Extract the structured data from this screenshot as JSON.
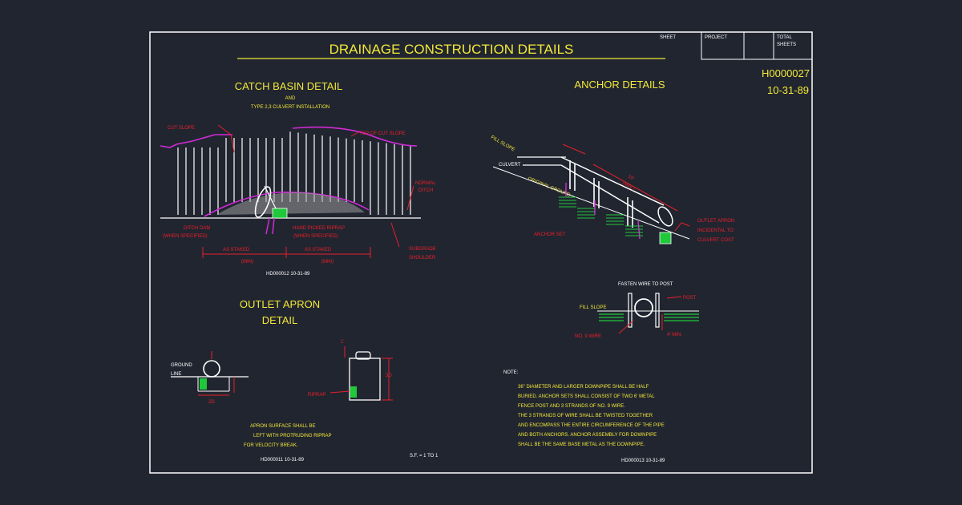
{
  "title_block": {
    "main_title": "DRAINAGE CONSTRUCTION DETAILS",
    "sheet_label": "SHEET",
    "project_label": "PROJECT",
    "total_label": "TOTAL",
    "sheets_label": "SHEETS",
    "drawing_number": "H0000027",
    "drawing_date": "10-31-89"
  },
  "catch_basin": {
    "title": "CATCH BASIN DETAIL",
    "sub1": "AND",
    "sub2": "TYPE 2,3 CULVERT INSTALLATION",
    "cut_slope": "CUT SLOPE",
    "top_cut_slope": "TOP OF CUT SLOPE",
    "normal_ditch_1": "NORMAL",
    "normal_ditch_2": "DITCH",
    "ditch_dam_1": "DITCH DAM",
    "ditch_dam_2": "(WHEN SPECIFIED)",
    "riprap_1": "HAND PICKED RIPRAP",
    "riprap_2": "(WHEN SPECIFIED)",
    "as_staked_1": "AS STAKED",
    "as_staked_2": "AS STAKED",
    "min_1": "(MIN)",
    "min_2": "(MIN)",
    "subgrade_1": "SUBGRADE",
    "subgrade_2": "SHOULDER",
    "ref": "HD000012  10-31-89"
  },
  "anchor": {
    "title": "ANCHOR DETAILS",
    "fill_slope": "FILL SLOPE",
    "culvert": "CULVERT",
    "original_ground": "ORIGINAL GROUND",
    "anchor_set": "ANCHOR SET",
    "outlet_apron_1": "OUTLET APRON",
    "outlet_apron_2": "INCIDENTAL TO",
    "outlet_apron_3": "CULVERT COST",
    "dim_1": "10'",
    "dim_2": "(MIN.)",
    "fasten": "FASTEN WIRE TO POST",
    "fill_slope_2": "FILL SLOPE",
    "post": "POST",
    "wire": "NO. 9 WIRE",
    "min4": "4' MIN."
  },
  "outlet_apron": {
    "title_1": "OUTLET APRON",
    "title_2": "DETAIL",
    "ground_1": "GROUND",
    "ground_2": "LINE",
    "dim_2d": "2D",
    "dim_3d": "3D",
    "dim_1ft": "1'",
    "riprap": "RIPRAP",
    "note_1": "APRON SURFACE SHALL BE",
    "note_2": "LEFT WITH PROTRUDING RIPRAP",
    "note_3": "FOR VELOCITY BREAK.",
    "ref": "HD000011  10-31-89",
    "scale": "S.F. = 1 TO 1"
  },
  "note": {
    "label": "NOTE:",
    "lines": [
      "36\" DIAMETER AND LARGER DOWNPIPE SHALL BE HALF",
      "BURIED. ANCHOR SETS SHALL CONSIST OF TWO 6' METAL",
      "FENCE POST AND 3 STRANDS OF NO. 9 WIRE.",
      "THE 3 STRANDS OF WIRE SHALL BE TWISTED TOGETHER",
      "AND ENCOMPASS THE ENTIRE CIRCUMFERENCE OF THE PIPE",
      "AND BOTH ANCHORS. ANCHOR ASSEMBLY FOR DOWNPIPE",
      "SHALL BE THE SAME BASE METAL AS THE DOWNPIPE."
    ],
    "ref": "HD000013  10-31-89"
  }
}
